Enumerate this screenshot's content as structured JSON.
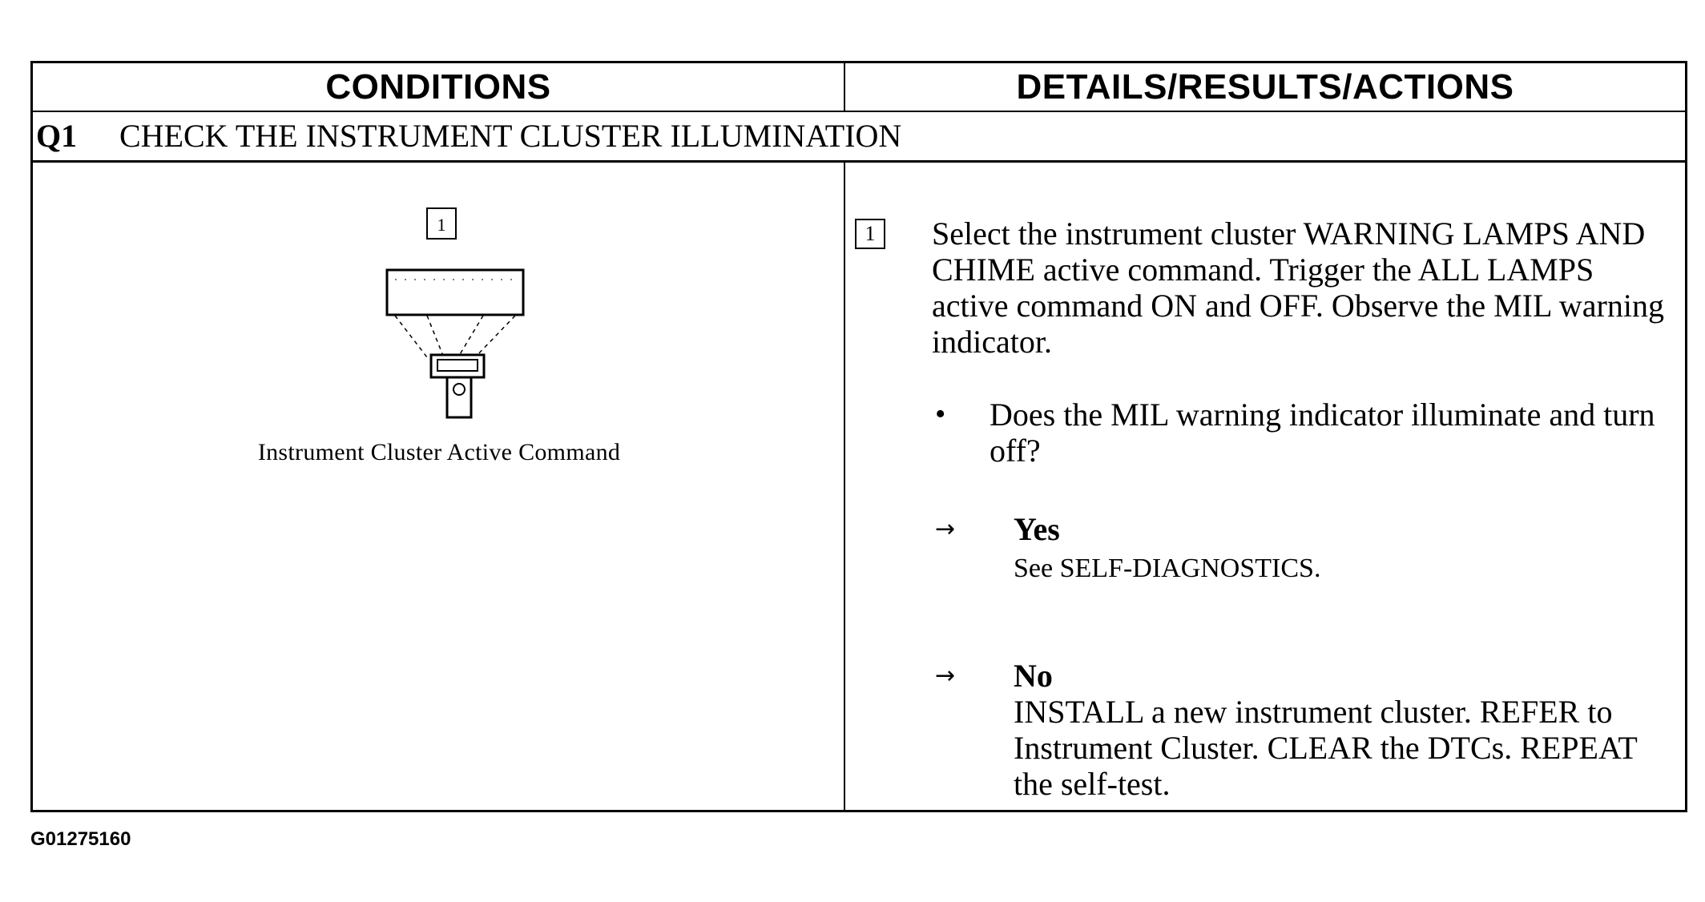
{
  "header": {
    "conditions": "CONDITIONS",
    "details": "DETAILS/RESULTS/ACTIONS"
  },
  "section": {
    "number": "Q1",
    "title": "CHECK THE INSTRUMENT CLUSTER ILLUMINATION"
  },
  "diagram": {
    "step_label": "1",
    "caption": "Instrument Cluster Active Command"
  },
  "step": {
    "number": "1",
    "instruction": "Select the instrument cluster WARNING LAMPS AND CHIME active command. Trigger the ALL LAMPS active command ON and OFF. Observe the MIL warning indicator.",
    "bullet": "•",
    "question": "Does the MIL warning indicator illuminate and turn off?"
  },
  "answers": {
    "arrow": "→",
    "yes_label": "Yes",
    "yes_action": "See SELF-DIAGNOSTICS.",
    "no_label": "No",
    "no_action": "INSTALL a new instrument cluster. REFER to Instrument Cluster. CLEAR the DTCs. REPEAT the self-test."
  },
  "figure_id": "G01275160"
}
